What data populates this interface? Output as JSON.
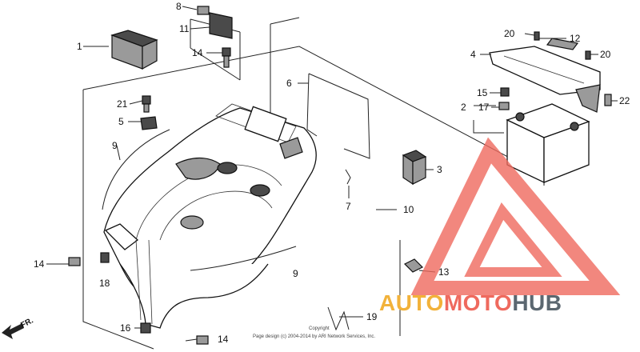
{
  "callouts": [
    {
      "id": "c1",
      "label": "1"
    },
    {
      "id": "c2",
      "label": "2"
    },
    {
      "id": "c3",
      "label": "3"
    },
    {
      "id": "c4",
      "label": "4"
    },
    {
      "id": "c5",
      "label": "5"
    },
    {
      "id": "c6",
      "label": "6"
    },
    {
      "id": "c7",
      "label": "7"
    },
    {
      "id": "c8",
      "label": "8"
    },
    {
      "id": "c9a",
      "label": "9"
    },
    {
      "id": "c9b",
      "label": "9"
    },
    {
      "id": "c10",
      "label": "10"
    },
    {
      "id": "c11",
      "label": "11"
    },
    {
      "id": "c12",
      "label": "12"
    },
    {
      "id": "c13",
      "label": "13"
    },
    {
      "id": "c14a",
      "label": "14"
    },
    {
      "id": "c14b",
      "label": "14"
    },
    {
      "id": "c14c",
      "label": "14"
    },
    {
      "id": "c15",
      "label": "15"
    },
    {
      "id": "c16",
      "label": "16"
    },
    {
      "id": "c17",
      "label": "17"
    },
    {
      "id": "c18",
      "label": "18"
    },
    {
      "id": "c19",
      "label": "19"
    },
    {
      "id": "c20a",
      "label": "20"
    },
    {
      "id": "c20b",
      "label": "20"
    },
    {
      "id": "c21",
      "label": "21"
    },
    {
      "id": "c22",
      "label": "22"
    }
  ],
  "direction_label": "FR.",
  "copyright_lines": [
    "Copyright",
    "Page design (c) 2004-2014 by ARI Network Services, Inc."
  ],
  "watermark": {
    "word_auto": "AUTO",
    "word_moto": "MOTO",
    "word_hub": "HUB",
    "color_auto": "#f2b23a",
    "color_moto": "#ef6a5e",
    "color_hub": "#5b6770",
    "logo_color": "#ef6a5e"
  }
}
